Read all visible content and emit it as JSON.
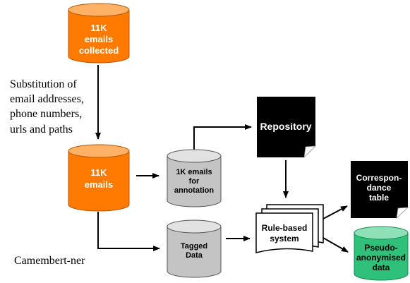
{
  "colors": {
    "orange": "#ff7a00",
    "orange_top": "#ffb266",
    "gray": "#c4c4c4",
    "gray_top": "#e2e2e2",
    "green": "#2fc07a",
    "green_top": "#8fe0b6",
    "black_doc": "#000000"
  },
  "nodes": {
    "emails_collected": {
      "lines": [
        "11K",
        "emails",
        "collected"
      ]
    },
    "emails_11k": {
      "lines": [
        "11K",
        "emails"
      ]
    },
    "emails_annotation": {
      "lines": [
        "1K emails",
        "for",
        "annotation"
      ]
    },
    "tagged_data": {
      "lines": [
        "Tagged",
        "Data"
      ]
    },
    "repository": {
      "lines": [
        "Repository"
      ]
    },
    "rule_based": {
      "lines": [
        "Rule-based",
        "system"
      ]
    },
    "correspondance": {
      "lines": [
        "Correspon-",
        "dance",
        "table"
      ]
    },
    "pseudo": {
      "lines": [
        "Pseudo-",
        "anonymised",
        "data"
      ]
    }
  },
  "edge_labels": {
    "substitution": [
      "Substitution of",
      "email addresses,",
      "phone numbers,",
      "urls and paths"
    ],
    "camembert": [
      "Camembert-ner"
    ]
  }
}
